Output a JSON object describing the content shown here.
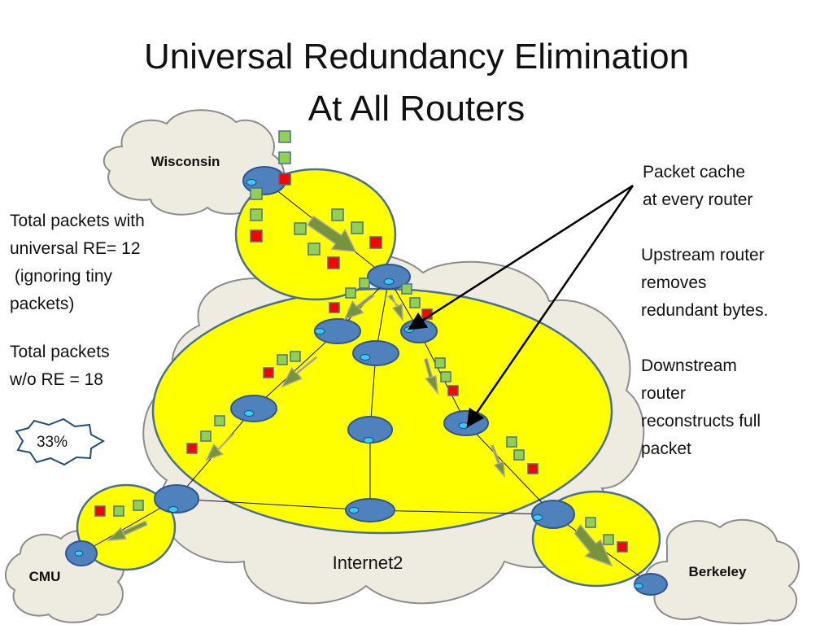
{
  "title": {
    "line1": "Universal Redundancy Elimination",
    "line2": "At All Routers"
  },
  "left_text": {
    "with_re": [
      "Total packets with",
      "universal RE= 12",
      " (ignoring tiny",
      "packets)"
    ],
    "without_re": [
      "Total packets",
      "w/o RE = 18"
    ],
    "badge": "33%"
  },
  "right_text": {
    "cache": [
      "Packet cache",
      "at every router"
    ],
    "upstream": [
      "Upstream router",
      "removes",
      "redundant bytes."
    ],
    "downstream": [
      "Downstream",
      "router",
      "reconstructs full",
      "packet"
    ]
  },
  "clouds": {
    "wisconsin": "Wisconsin",
    "cmu": "CMU",
    "berkeley": "Berkeley",
    "internet2": "Internet2"
  },
  "colors": {
    "highlight": "#ffff00",
    "router": "#4f81bd",
    "cloud": "#eeece1",
    "packet_new": "#92d050",
    "packet_redundant": "#ff0000",
    "arrow": "#77933c"
  }
}
